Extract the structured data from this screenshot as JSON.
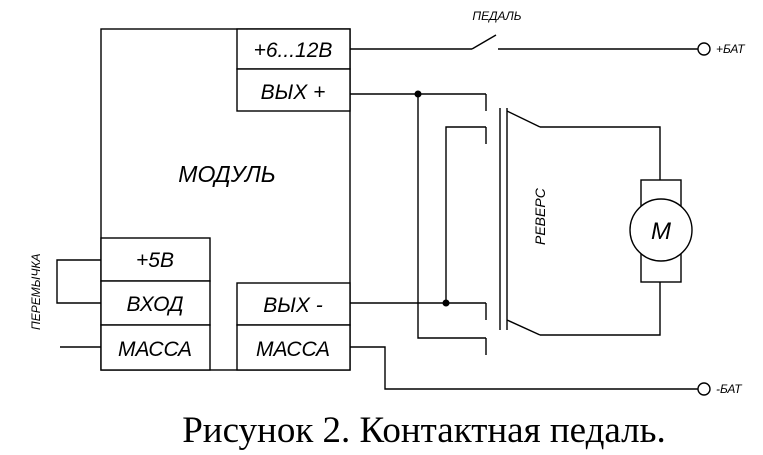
{
  "module": {
    "title": "МОДУЛЬ",
    "pins": {
      "power": "+6...12В",
      "out_plus": "ВЫХ +",
      "plus5": "+5В",
      "input": "ВХОД",
      "out_minus": "ВЫХ -",
      "ground_left": "МАССА",
      "ground_right": "МАССА"
    }
  },
  "labels": {
    "pedal": "ПЕДАЛЬ",
    "bat_plus": "+БАТ",
    "bat_minus": "-БАТ",
    "reverse": "РЕВЕРС",
    "jumper": "ПЕРЕМЫЧКА",
    "motor": "М"
  },
  "caption": "Рисунок 2. Контактная педаль."
}
